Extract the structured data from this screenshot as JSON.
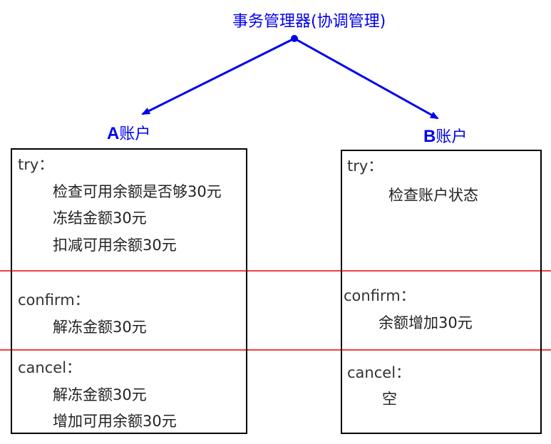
{
  "title": "事务管理器(协调管理)",
  "colors": {
    "arrow": "#0000ee",
    "divider": "#ee0000",
    "box_border": "#000000",
    "label": "#0000ee"
  },
  "accounts": {
    "a": {
      "letter": "A",
      "suffix": "账户",
      "try_label": "try：",
      "try_steps": [
        "检查可用余额是否够30元",
        "冻结金额30元",
        "扣减可用余额30元"
      ],
      "confirm_label": "confirm：",
      "confirm_steps": [
        "解冻金额30元"
      ],
      "cancel_label": "cancel：",
      "cancel_steps": [
        "解冻金额30元",
        "增加可用余额30元"
      ]
    },
    "b": {
      "letter": "B",
      "suffix": "账户",
      "try_label": "try：",
      "try_steps": [
        "检查账户状态"
      ],
      "confirm_label": "confirm：",
      "confirm_steps": [
        "余额增加30元"
      ],
      "cancel_label": "cancel：",
      "cancel_steps": [
        "空"
      ]
    }
  }
}
